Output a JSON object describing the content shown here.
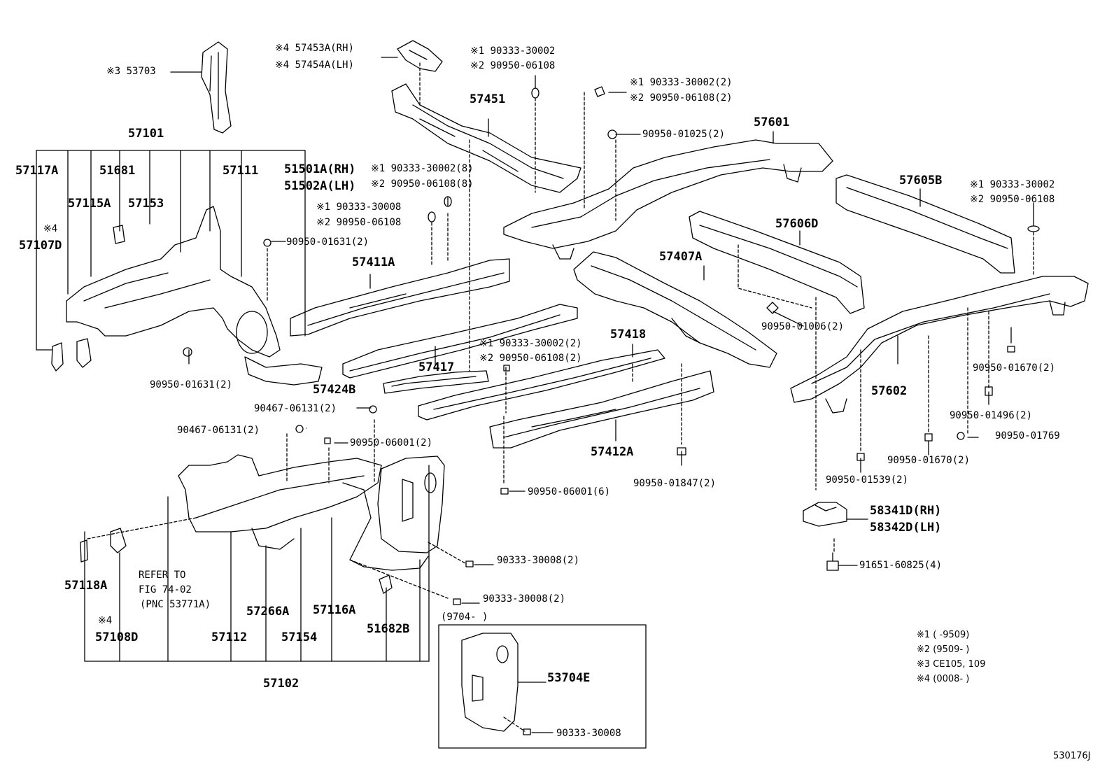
{
  "labels": {
    "l01": "※4 57453A(RH)",
    "l02": "※4 57454A(LH)",
    "l03": "※1 90333-30002",
    "l04": "※2 90950-06108",
    "l05": "※3 53703",
    "l06": "※1 90333-30002(2)",
    "l07": "※2 90950-06108(2)",
    "l08": "57451",
    "l09": "90950-01025(2)",
    "l10": "57601",
    "l11": "57101",
    "l12": "57117A",
    "l13": "51681",
    "l14": "57111",
    "l15": "51501A(RH)",
    "l16": "51502A(LH)",
    "l17": "※1 90333-30002(8)",
    "l18": "※2 90950-06108(8)",
    "l19": "57605B",
    "l20": "※1 90333-30002",
    "l21": "※2 90950-06108",
    "l22": "57115A",
    "l23": "57153",
    "l24": "※1 90333-30008",
    "l25": "※2 90950-06108",
    "l26": "57606D",
    "l27": "※4",
    "l28": "57107D",
    "l29": "90950-01631(2)",
    "l30": "57411A",
    "l31": "57407A",
    "l32": "57418",
    "l33": "90950-01006(2)",
    "l34": "※1 90333-30002(2)",
    "l35": "※2 90950-06108(2)",
    "l36": "90950-01670(2)",
    "l37": "57417",
    "l38": "57424B",
    "l39": "90950-01631(2)",
    "l40": "57602",
    "l41": "90467-06131(2)",
    "l42": "90950-01496(2)",
    "l43": "90467-06131(2)",
    "l44": "90950-06001(2)",
    "l45": "90950-01769",
    "l46": "57412A",
    "l47": "90950-01670(2)",
    "l48": "90950-01847(2)",
    "l49": "90950-01539(2)",
    "l50": "90950-06001(6)",
    "l51": "58341D(RH)",
    "l52": "58342D(LH)",
    "l53": "90333-30008(2)",
    "l54": "91651-60825(4)",
    "l55": "57118A",
    "l56": "REFER TO",
    "l57": "FIG 74-02",
    "l58": "(PNC 53771A)",
    "l59": "90333-30008(2)",
    "l60": "※4",
    "l61": "57266A",
    "l62": "57116A",
    "l63": "(9704-     )",
    "l64": "57108D",
    "l65": "57112",
    "l66": "57154",
    "l67": "51682B",
    "l68": "※1 (    -9509)",
    "l69": "※2 (9509-    )",
    "l70": "※3 CE105, 109",
    "l71": "※4 (0008-    )",
    "l72": "57102",
    "l73": "53704E",
    "l74": "90333-30008",
    "l75": "530176J"
  }
}
